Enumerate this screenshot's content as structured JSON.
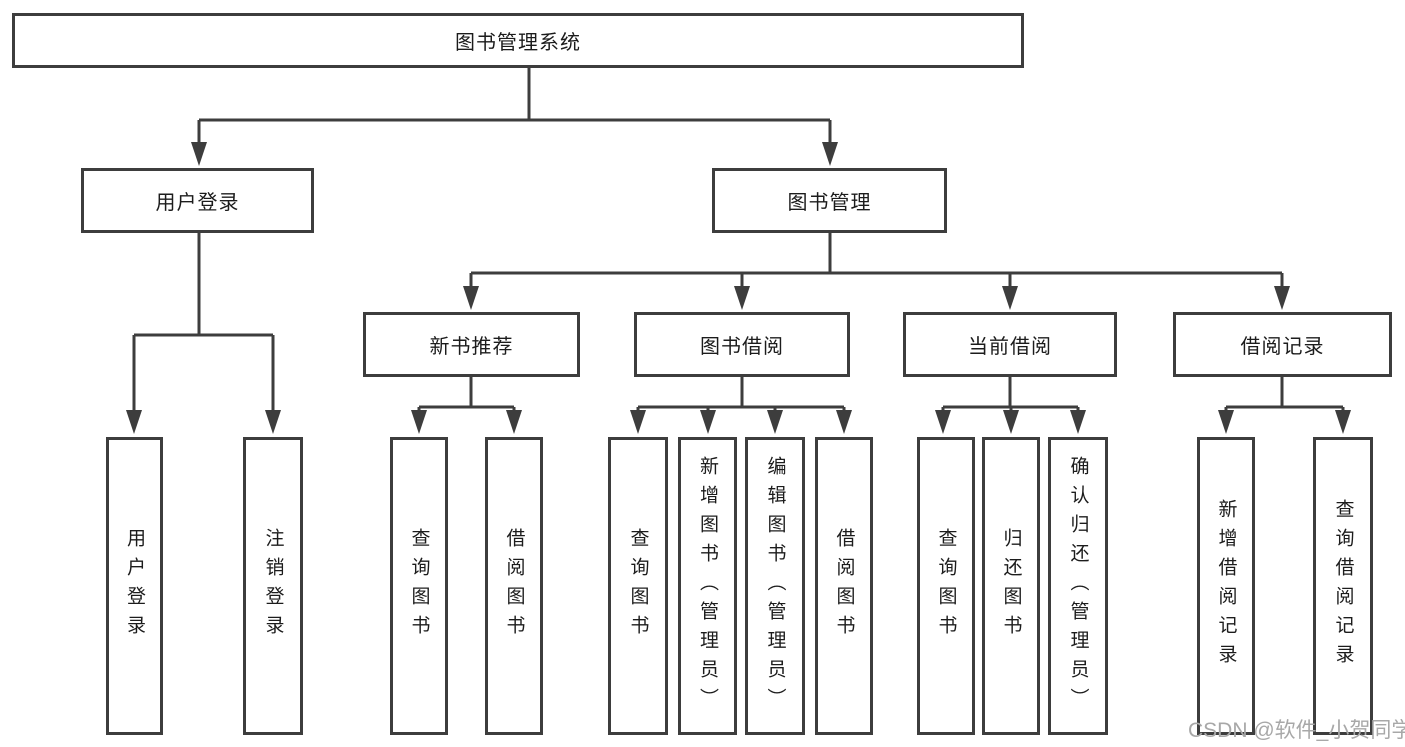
{
  "diagram": {
    "type": "hierarchy-tree",
    "root": {
      "label": "图书管理系统"
    },
    "branches": [
      {
        "label": "用户登录",
        "children": [
          {
            "label": "用户登录"
          },
          {
            "label": "注销登录"
          }
        ]
      },
      {
        "label": "图书管理",
        "children": [
          {
            "label": "新书推荐",
            "children": [
              {
                "label": "查询图书"
              },
              {
                "label": "借阅图书"
              }
            ]
          },
          {
            "label": "图书借阅",
            "children": [
              {
                "label": "查询图书"
              },
              {
                "label": "新增图书（管理员）"
              },
              {
                "label": "编辑图书（管理员）"
              },
              {
                "label": "借阅图书"
              }
            ]
          },
          {
            "label": "当前借阅",
            "children": [
              {
                "label": "查询图书"
              },
              {
                "label": "归还图书"
              },
              {
                "label": "确认归还（管理员）"
              }
            ]
          },
          {
            "label": "借阅记录",
            "children": [
              {
                "label": "新增借阅记录"
              },
              {
                "label": "查询借阅记录"
              }
            ]
          }
        ]
      }
    ]
  },
  "watermark": {
    "text": "CSDN @软件_小贺同学"
  },
  "colors": {
    "line": "#3d3d3d",
    "box_border": "#3d3d3d",
    "box_background": "#ffffff",
    "label_text": "#1c1c1c",
    "watermark": "#a8a8a8",
    "page_background": "#ffffff"
  }
}
